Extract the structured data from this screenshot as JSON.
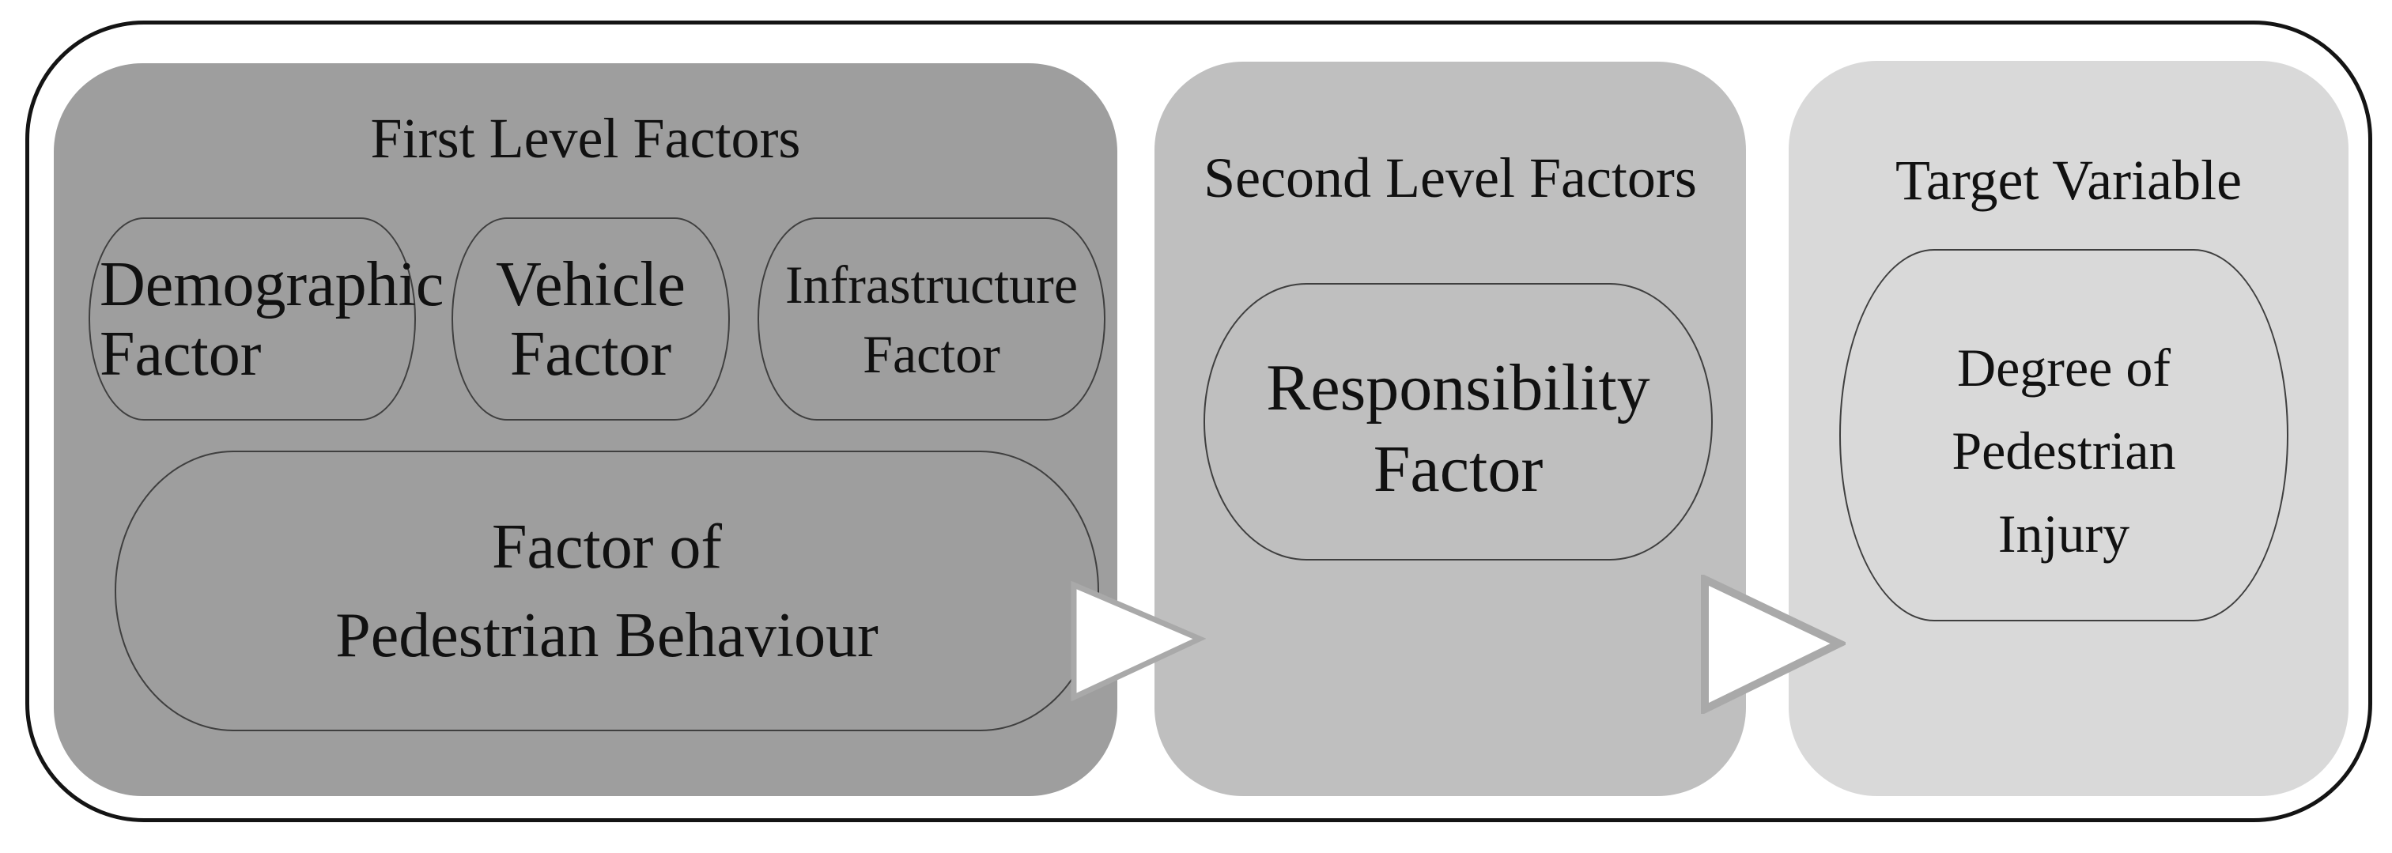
{
  "figure": {
    "background": "#ffffff",
    "outer_border_color": "#141414",
    "box_border_color": "#3f3f3f",
    "text_color": "#111111"
  },
  "panels": [
    {
      "title": "First Level Factors",
      "fill": "#9e9e9e",
      "boxes": [
        {
          "name": "demographic-factor",
          "lines": [
            "Demographic",
            "Factor"
          ]
        },
        {
          "name": "vehicle-factor",
          "lines": [
            "Vehicle",
            "Factor"
          ]
        },
        {
          "name": "infrastructure-factor",
          "lines": [
            "Infrastructure",
            "Factor"
          ]
        },
        {
          "name": "pedestrian-behaviour-factor",
          "lines": [
            "Factor of",
            "Pedestrian Behaviour"
          ]
        }
      ]
    },
    {
      "title": "Second Level Factors",
      "fill": "#bfbfbf",
      "boxes": [
        {
          "name": "responsibility-factor",
          "lines": [
            "Responsibility",
            "Factor"
          ]
        }
      ]
    },
    {
      "title": "Target Variable",
      "fill": "#d9d9d9",
      "boxes": [
        {
          "name": "degree-of-pedestrian-injury",
          "lines": [
            "Degree of",
            "Pedestrian",
            "Injury"
          ]
        }
      ]
    }
  ],
  "arrows": [
    {
      "name": "first-to-second",
      "fill": "#ffffff",
      "stroke": "#a9a9a9"
    },
    {
      "name": "second-to-target",
      "fill": "#ffffff",
      "stroke": "#a9a9a9"
    }
  ]
}
